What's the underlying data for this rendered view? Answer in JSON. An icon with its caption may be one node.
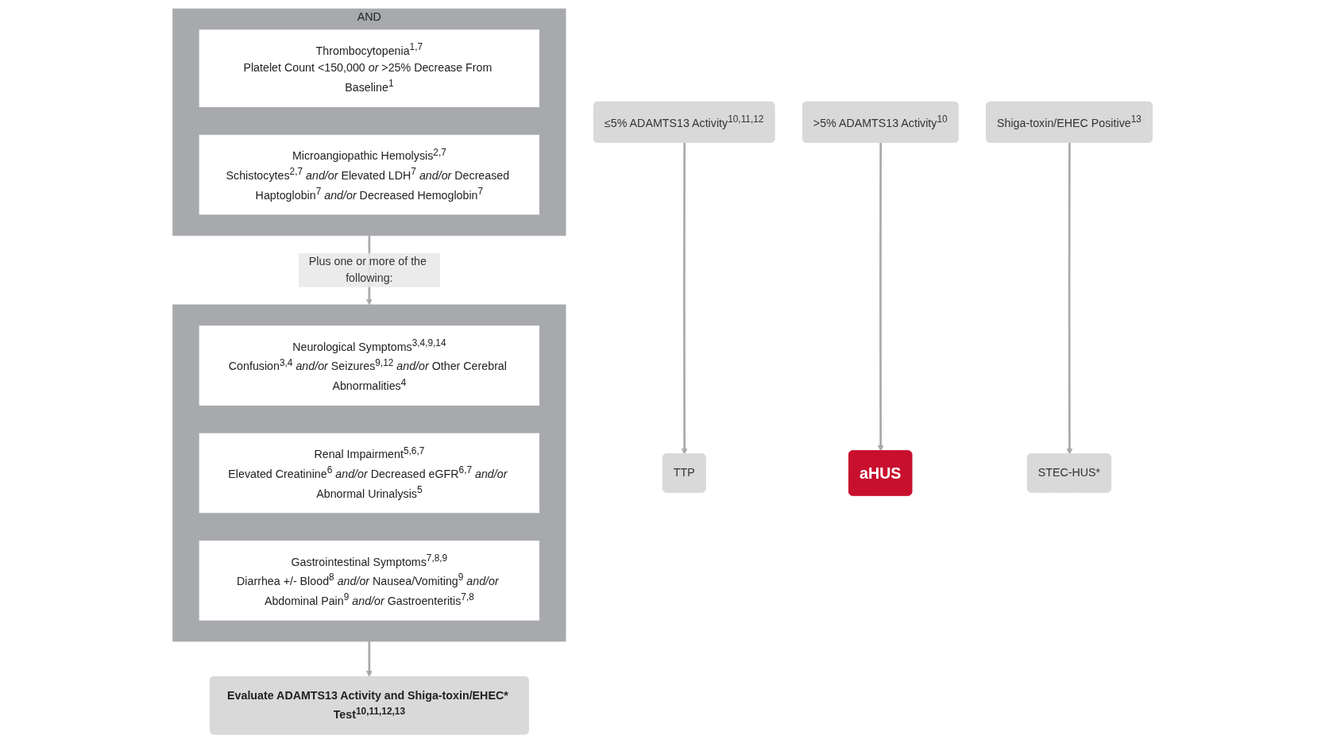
{
  "diagram": {
    "nodes": [
      {
        "text": [
          "AND"
        ]
      },
      {
        "text": [
          "Thrombocytopenia$^{1,7}$",
          "Platelet Count <150,000 *or* >25% Decrease From Baseline$^{1}$"
        ],
        "in": 0
      },
      {
        "text": [
          "Microangiopathic Hemolysis$^{2,7}$",
          "Schistocytes$^{2,7}$ *and/or* Elevated LDH$^{7}$ *and/or* Decreased Haptoglobin$^{7}$ *and/or* Decreased Hemoglobin$^{7}$"
        ],
        "in": 0
      },
      {
        "text": [],
        "shape": "box"
      },
      {
        "text": [
          "Neurological Symptoms$^{3,4,9,14}$",
          "Confusion$^{3,4}$ *and/or* Seizures$^{9,12}$ *and/or* Other Cerebral Abnormalities$^{4}$"
        ],
        "in": 3
      },
      {
        "text": [
          "Renal Impairment$^{5,6,7}$",
          "Elevated Creatinine$^{6}$ *and/or* Decreased eGFR$^{6,7}$ *and/or* Abnormal Urinalysis$^{5}$"
        ],
        "in": 3
      },
      {
        "text": [
          "Gastrointestinal Symptoms$^{7,8,9}$",
          "Diarrhea +/- Blood$^{8}$ *and/or* Nausea/Vomiting$^{9}$ *and/or* Abdominal Pain$^{9}$ *and/or* Gastroenteritis$^{7,8}$"
        ],
        "in": 3
      },
      {
        "text": [
          "Evaluate ADAMTS13 Activity and Shiga-toxin/EHEC* Test$^{10,11,12,13}$"
        ]
      },
      {
        "text": [
          "≤5% ADAMTS13 Activity$^{10,11,12}$"
        ]
      },
      {
        "text": [
          ">5% ADAMTS13 Activity$^{10}$"
        ]
      },
      {
        "text": [
          "Shiga-toxin/EHEC Positive$^{13}$"
        ]
      },
      {
        "text": [
          "TTP"
        ]
      },
      {
        "text": [
          "aHUS"
        ]
      },
      {
        "text": [
          "STEC-HUS*"
        ]
      }
    ],
    "edges": [
      {
        "from": 0,
        "to": 3,
        "arrow": "to",
        "label": "Plus one or more of the following:"
      },
      {
        "from": 3,
        "to": 7,
        "arrow": "to"
      },
      {
        "from": 8,
        "to": 11,
        "arrow": "to"
      },
      {
        "from": 9,
        "to": 12,
        "arrow": "to"
      },
      {
        "from": 10,
        "to": 13,
        "arrow": "to"
      }
    ]
  }
}
